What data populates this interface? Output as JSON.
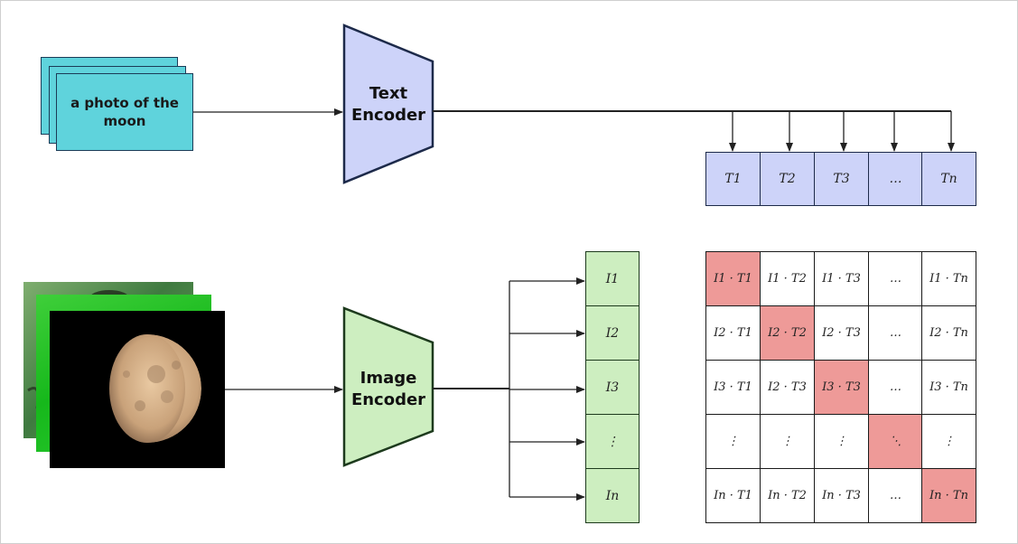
{
  "text_input": {
    "label": "a photo of the moon"
  },
  "text_encoder": {
    "label_line1": "Text",
    "label_line2": "Encoder",
    "color": "#cdd3f9"
  },
  "image_encoder": {
    "label_line1": "Image",
    "label_line2": "Encoder",
    "color": "#cdeec0"
  },
  "text_embeddings": [
    "T1",
    "T2",
    "T3",
    "…",
    "Tn"
  ],
  "image_embeddings": [
    "I1",
    "I2",
    "I3",
    "⋮",
    "In"
  ],
  "similarity_matrix": [
    [
      "I1 · T1",
      "I1 · T2",
      "I1 · T3",
      "…",
      "I1 · Tn"
    ],
    [
      "I2 · T1",
      "I2 · T2",
      "I2 · T3",
      "…",
      "I2 · Tn"
    ],
    [
      "I3 · T1",
      "I2 · T3",
      "I3 · T3",
      "…",
      "I3 · Tn"
    ],
    [
      "⋮",
      "⋮",
      "⋮",
      "⋱",
      "⋮"
    ],
    [
      "In · T1",
      "In · T2",
      "In · T3",
      "…",
      "In · Tn"
    ]
  ],
  "colors": {
    "diagonal": "#ee9a98",
    "card": "#5fd3dc",
    "stroke": "#1a1a1a"
  },
  "images": [
    {
      "name": "green-leaf-photo",
      "description_icon": "image-icon"
    },
    {
      "name": "green-photo",
      "description_icon": "image-icon"
    },
    {
      "name": "moon-photo",
      "description_icon": "moon-icon"
    }
  ]
}
